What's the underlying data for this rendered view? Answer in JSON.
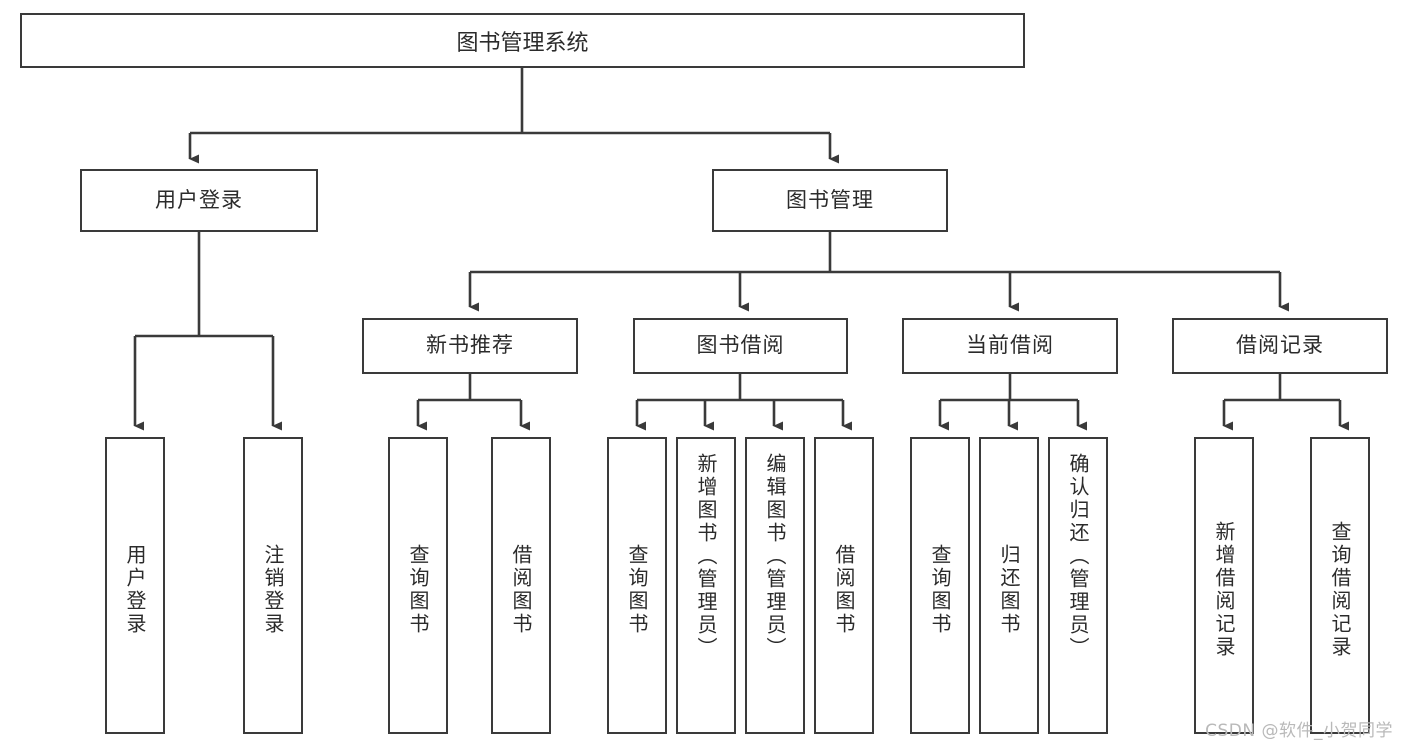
{
  "diagram": {
    "title": "图书管理系统",
    "type": "hierarchy-tree",
    "background": "#ffffff",
    "line_color": "#3a3a3a",
    "text_color": "#2b2b2b",
    "root": {
      "label": "图书管理系统"
    },
    "level1": [
      {
        "label": "用户登录"
      },
      {
        "label": "图书管理"
      }
    ],
    "level2": [
      {
        "label": "新书推荐"
      },
      {
        "label": "图书借阅"
      },
      {
        "label": "当前借阅"
      },
      {
        "label": "借阅记录"
      }
    ],
    "leaves": {
      "user_login": [
        {
          "label": "用户登录"
        },
        {
          "label": "注销登录"
        }
      ],
      "new_book_recommend": [
        {
          "label": "查询图书"
        },
        {
          "label": "借阅图书"
        }
      ],
      "book_borrow": [
        {
          "label": "查询图书"
        },
        {
          "label": "新增图书（管理员）"
        },
        {
          "label": "编辑图书（管理员）"
        },
        {
          "label": "借阅图书"
        }
      ],
      "current_borrow": [
        {
          "label": "查询图书"
        },
        {
          "label": "归还图书"
        },
        {
          "label": "确认归还（管理员）"
        }
      ],
      "borrow_record": [
        {
          "label": "新增借阅记录"
        },
        {
          "label": "查询借阅记录"
        }
      ]
    }
  },
  "watermark": {
    "text": "CSDN @软件_小贺同学"
  }
}
